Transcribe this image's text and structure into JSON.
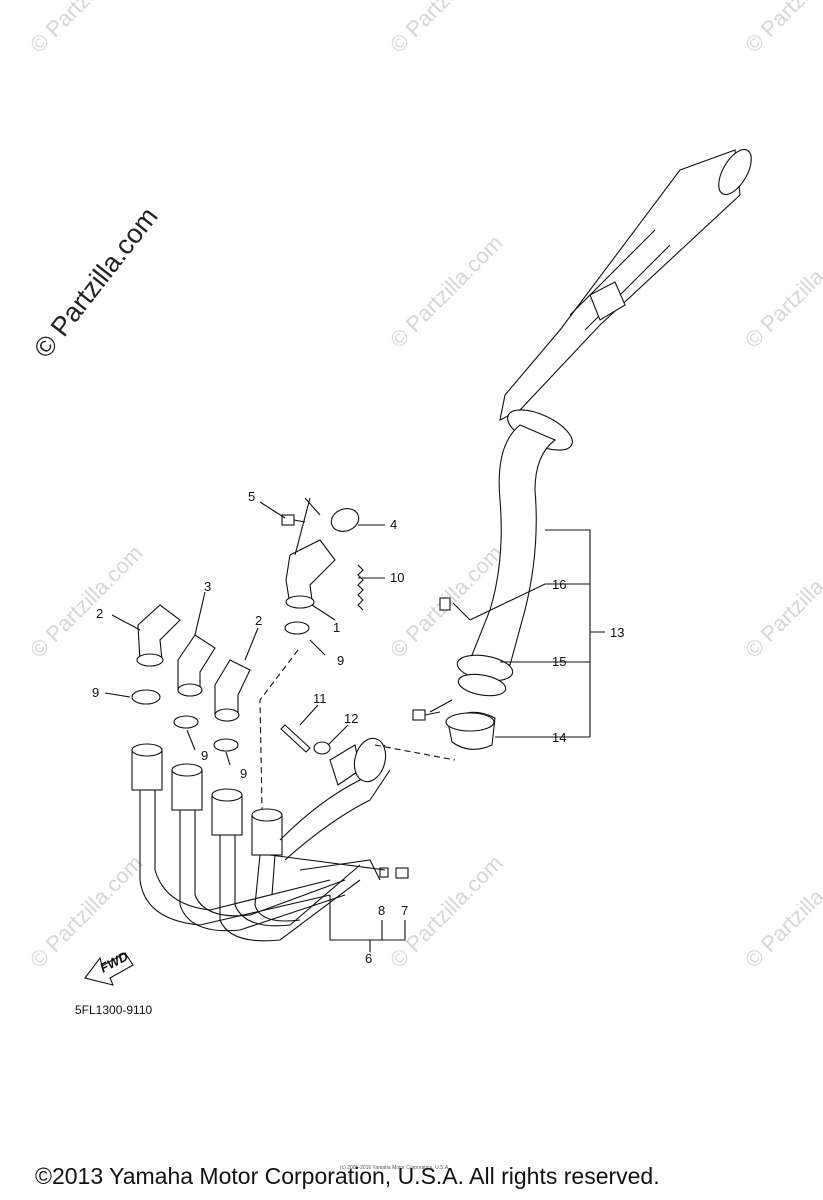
{
  "watermark": "© Partzilla.com",
  "part_code": "5FL1300-9110",
  "fwd_label": "FWD",
  "small_copyright": "(c) 2005-2016 Yamaha Motor Corporation, U.S.A.",
  "copyright": "©2013 Yamaha Motor Corporation, U.S.A. All rights reserved.",
  "callouts": [
    "1",
    "2",
    "3",
    "2",
    "4",
    "5",
    "6",
    "7",
    "8",
    "9",
    "9",
    "9",
    "9",
    "10",
    "11",
    "12",
    "13",
    "14",
    "15",
    "16"
  ]
}
